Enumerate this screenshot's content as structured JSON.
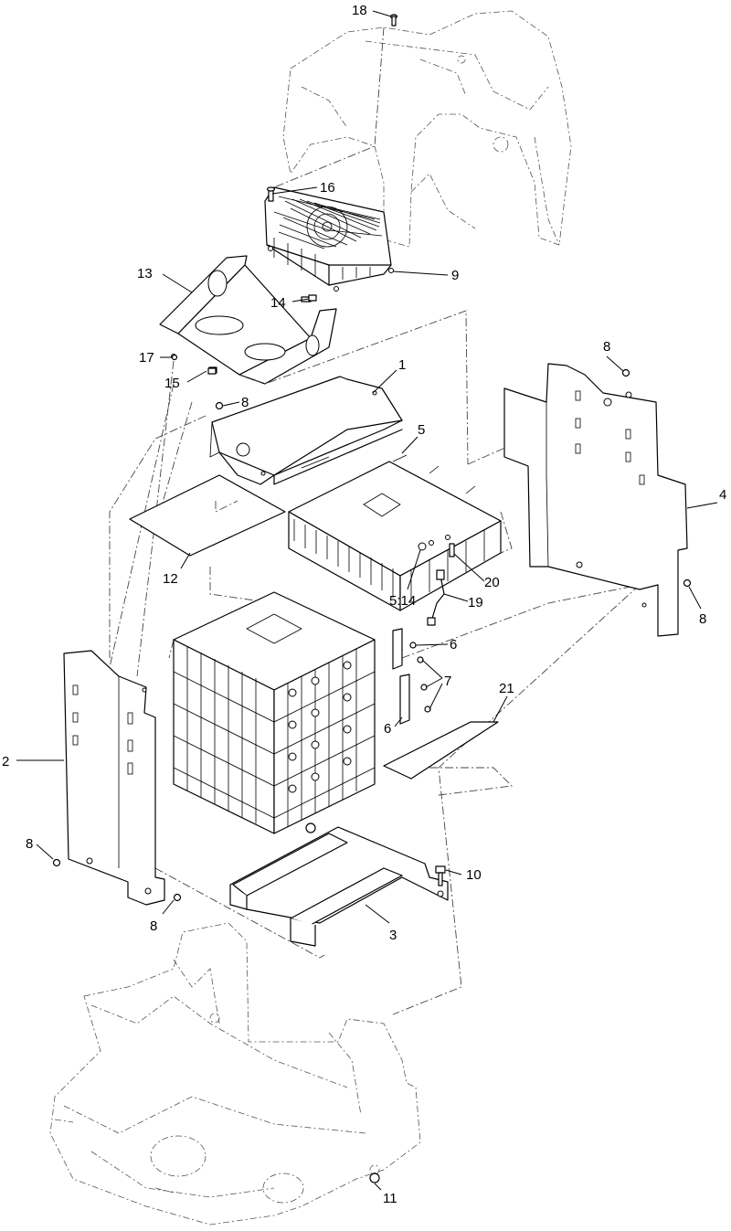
{
  "callouts": {
    "c1": "1",
    "c2": "2",
    "c3": "3",
    "c4": "4",
    "c5": "5",
    "c5_14": "5:14",
    "c6a": "6",
    "c6b": "6",
    "c7": "7",
    "c8a": "8",
    "c8b": "8",
    "c8c": "8",
    "c8d": "8",
    "c8e": "8",
    "c9": "9",
    "c10": "10",
    "c11": "11",
    "c12": "12",
    "c13": "13",
    "c14": "14",
    "c15": "15",
    "c16": "16",
    "c17": "17",
    "c18": "18",
    "c19": "19",
    "c20": "20",
    "c21": "21"
  }
}
